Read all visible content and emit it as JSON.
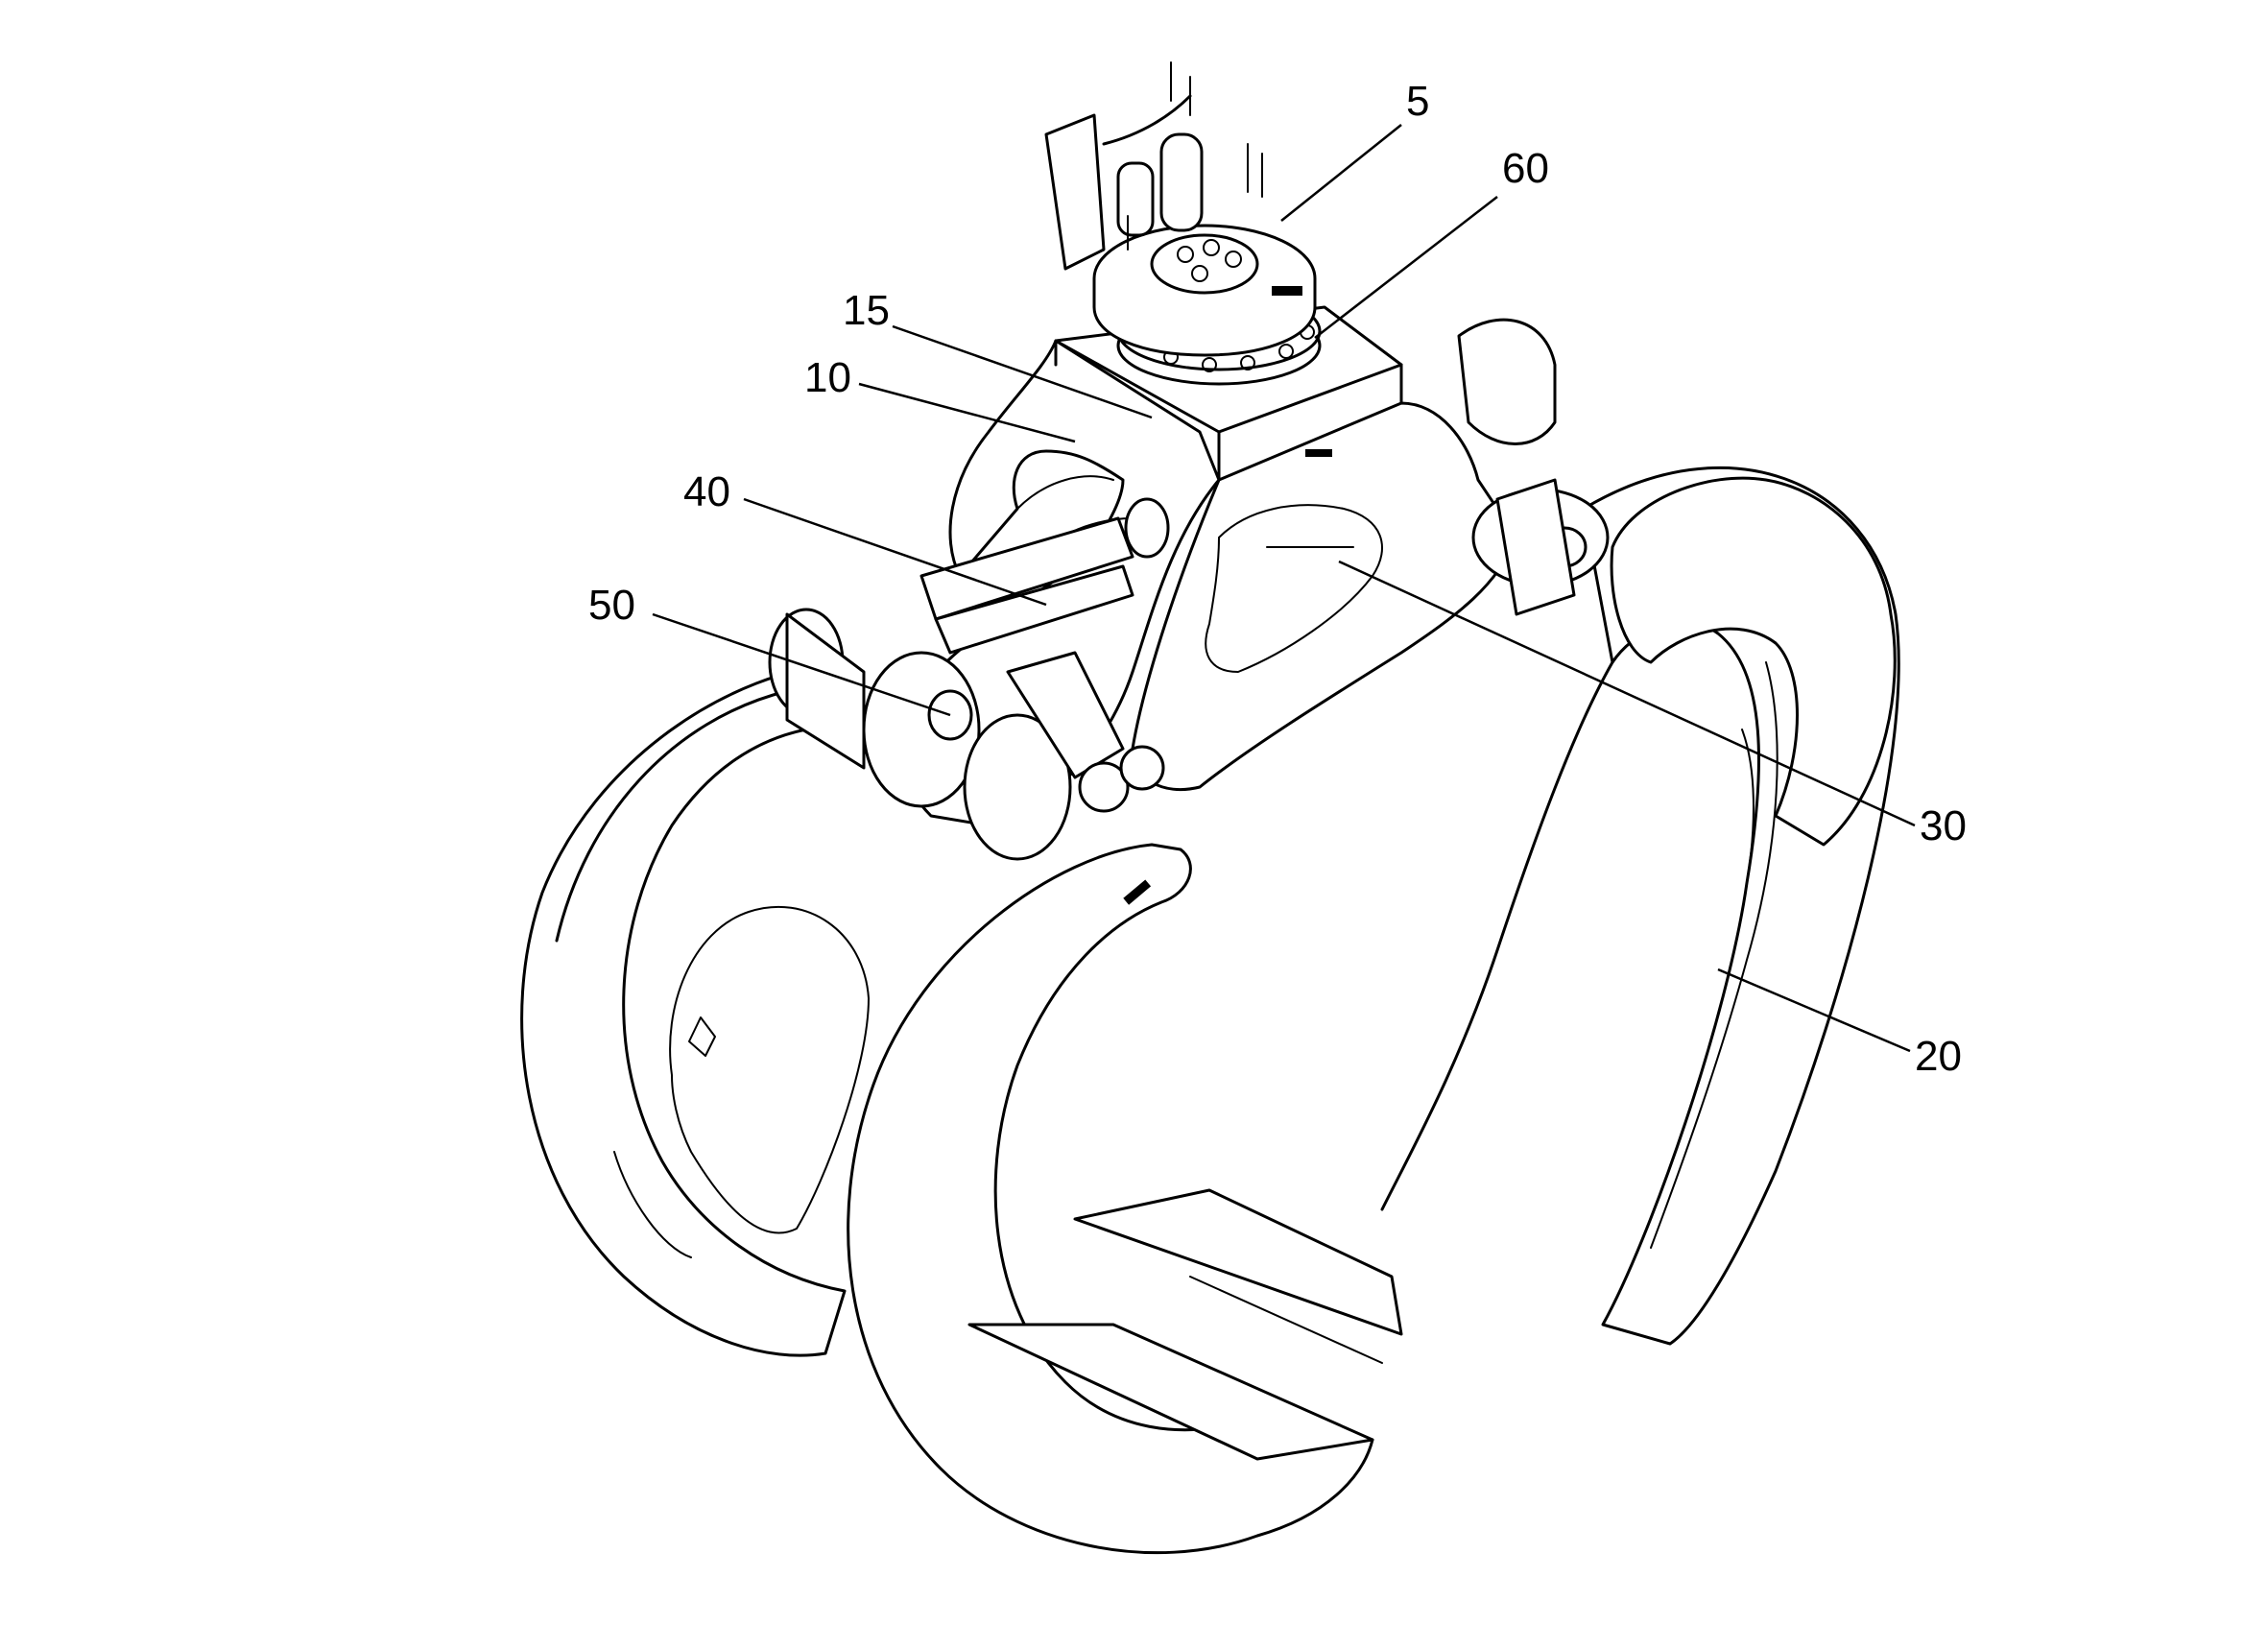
{
  "figure": {
    "colors": {
      "line": "#000000",
      "background": "#ffffff"
    },
    "reference_labels": [
      {
        "id": "ref-5",
        "text": "5",
        "part": "rotator"
      },
      {
        "id": "ref-60",
        "text": "60",
        "part": "rotator-flange"
      },
      {
        "id": "ref-15",
        "text": "15",
        "part": "top-plate"
      },
      {
        "id": "ref-10",
        "text": "10",
        "part": "frame"
      },
      {
        "id": "ref-40",
        "text": "40",
        "part": "hydraulic-cylinder"
      },
      {
        "id": "ref-50",
        "text": "50",
        "part": "pivot-pin"
      },
      {
        "id": "ref-30",
        "text": "30",
        "part": "frame-opening"
      },
      {
        "id": "ref-20",
        "text": "20",
        "part": "grapple-arm"
      }
    ]
  }
}
